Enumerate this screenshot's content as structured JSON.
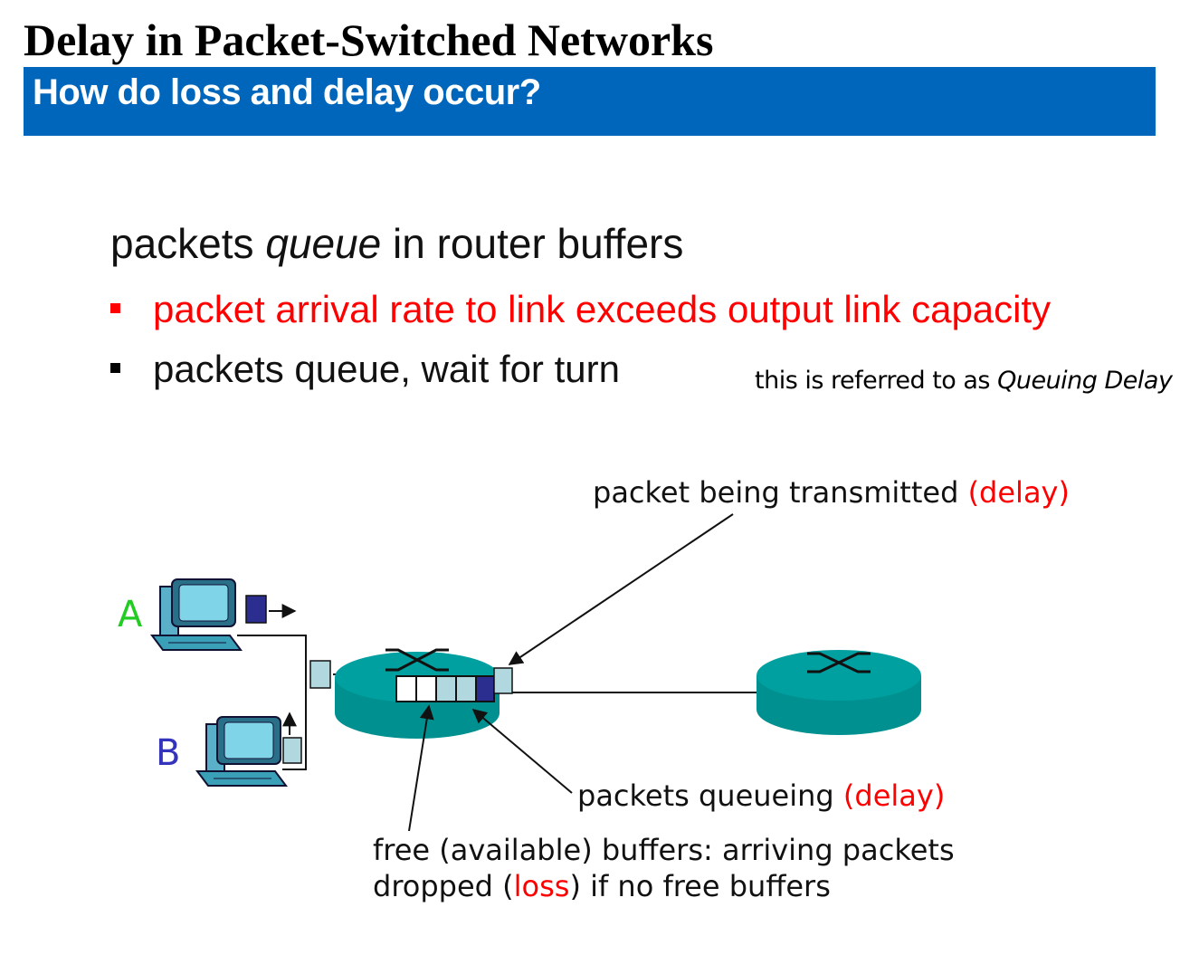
{
  "slide": {
    "title": "Delay in Packet-Switched Networks",
    "banner": "How do loss and delay occur?",
    "heading_before": "packets ",
    "heading_em": "queue",
    "heading_after": " in router buffers",
    "bullets": [
      "packet arrival rate to link exceeds output link capacity",
      "packets queue, wait for turn"
    ],
    "note_prefix": "this is referred to as ",
    "note_em": "Queuing Delay"
  },
  "diagram": {
    "host_a": "A",
    "host_b": "B",
    "label_transmitted": "packet being transmitted ",
    "label_transmitted_paren": "(delay)",
    "label_queueing": "packets queueing ",
    "label_queueing_paren": "(delay)",
    "label_free_1": "free (available) buffers: arriving packets",
    "label_free_2_pre": "dropped (",
    "label_free_2_loss": "loss",
    "label_free_2_post": ") if no free buffers",
    "colors": {
      "banner": "#0066bb",
      "router": "#009090",
      "packet_light": "#b0d8de",
      "packet_dark": "#2b2d8f",
      "host_a_label": "#22cc22",
      "host_b_label": "#3333bb",
      "emphasis": "#ff0000"
    }
  }
}
